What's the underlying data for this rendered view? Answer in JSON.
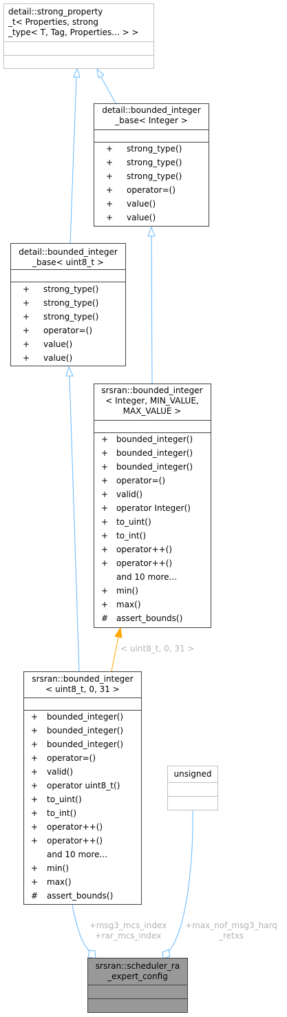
{
  "classes": {
    "strong_property": {
      "title": [
        "detail::strong_property",
        "_t< Properties, strong",
        "_type< T, Tag, Properties... > >"
      ],
      "members": []
    },
    "bounded_integer_base_integer": {
      "title": [
        "detail::bounded_integer",
        "_base< Integer >"
      ],
      "members": [
        {
          "v": "+",
          "n": "strong_type()"
        },
        {
          "v": "+",
          "n": "strong_type()"
        },
        {
          "v": "+",
          "n": "strong_type()"
        },
        {
          "v": "+",
          "n": "operator=()"
        },
        {
          "v": "+",
          "n": "value()"
        },
        {
          "v": "+",
          "n": "value()"
        }
      ]
    },
    "bounded_integer_base_uint8": {
      "title": [
        "detail::bounded_integer",
        "_base< uint8_t  >"
      ],
      "members": [
        {
          "v": "+",
          "n": "strong_type()"
        },
        {
          "v": "+",
          "n": "strong_type()"
        },
        {
          "v": "+",
          "n": "strong_type()"
        },
        {
          "v": "+",
          "n": "operator=()"
        },
        {
          "v": "+",
          "n": "value()"
        },
        {
          "v": "+",
          "n": "value()"
        }
      ]
    },
    "bounded_integer_template": {
      "title": [
        "srsran::bounded_integer",
        "< Integer, MIN_VALUE,",
        "MAX_VALUE >"
      ],
      "members": [
        {
          "v": "+",
          "n": "bounded_integer()"
        },
        {
          "v": "+",
          "n": "bounded_integer()"
        },
        {
          "v": "+",
          "n": "bounded_integer()"
        },
        {
          "v": "+",
          "n": "operator=()"
        },
        {
          "v": "+",
          "n": "valid()"
        },
        {
          "v": "+",
          "n": "operator Integer()"
        },
        {
          "v": "+",
          "n": "to_uint()"
        },
        {
          "v": "+",
          "n": "to_int()"
        },
        {
          "v": "+",
          "n": "operator++()"
        },
        {
          "v": "+",
          "n": "operator++()"
        },
        {
          "v": "",
          "n": "and 10 more..."
        },
        {
          "v": "+",
          "n": "min()"
        },
        {
          "v": "+",
          "n": "max()"
        },
        {
          "v": "#",
          "n": "assert_bounds()"
        }
      ]
    },
    "bounded_integer_uint8": {
      "title": [
        "srsran::bounded_integer",
        "< uint8_t, 0, 31 >"
      ],
      "members": [
        {
          "v": "+",
          "n": "bounded_integer()"
        },
        {
          "v": "+",
          "n": "bounded_integer()"
        },
        {
          "v": "+",
          "n": "bounded_integer()"
        },
        {
          "v": "+",
          "n": "operator=()"
        },
        {
          "v": "+",
          "n": "valid()"
        },
        {
          "v": "+",
          "n": "operator uint8_t()"
        },
        {
          "v": "+",
          "n": "to_uint()"
        },
        {
          "v": "+",
          "n": "to_int()"
        },
        {
          "v": "+",
          "n": "operator++()"
        },
        {
          "v": "+",
          "n": "operator++()"
        },
        {
          "v": "",
          "n": "and 10 more..."
        },
        {
          "v": "+",
          "n": "min()"
        },
        {
          "v": "+",
          "n": "max()"
        },
        {
          "v": "#",
          "n": "assert_bounds()"
        }
      ]
    },
    "unsigned": {
      "title": [
        "unsigned"
      ],
      "members": []
    },
    "scheduler_ra_expert_config": {
      "title": [
        "srsran::scheduler_ra",
        "_expert_config"
      ],
      "members": []
    }
  },
  "edge_labels": {
    "template_args": "< uint8_t, 0, 31 >",
    "mcs_index": [
      "+msg3_mcs_index",
      "+rar_mcs_index"
    ],
    "max_harq": [
      "+max_nof_msg3_harq",
      "_retxs"
    ]
  },
  "colors": {
    "inheritance": "#63b8ff",
    "template_instance": "#ffa500",
    "focus_fill": "#999999"
  }
}
